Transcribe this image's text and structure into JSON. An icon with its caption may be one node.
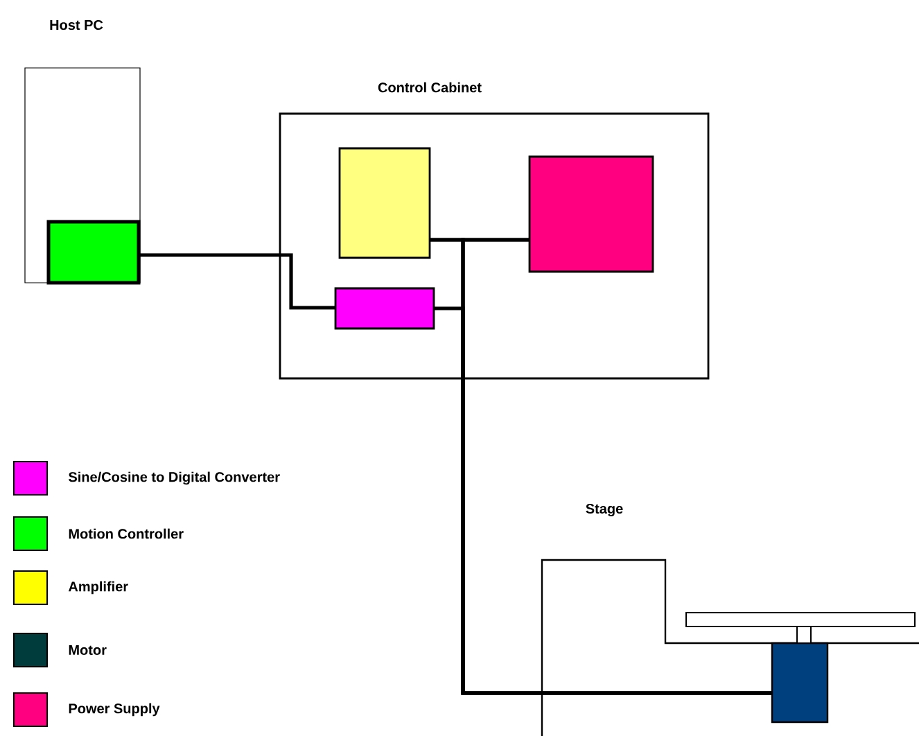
{
  "diagram": {
    "nodes": [
      {
        "text": [
          "Host PC"
        ]
      },
      {
        "text": [],
        "shape": "box",
        "in": 0
      },
      {
        "text": [
          "Control Cabinet"
        ]
      },
      {
        "text": [],
        "shape": "box",
        "in": 2
      },
      {
        "text": [],
        "shape": "box",
        "in": 2
      },
      {
        "text": [],
        "shape": "box",
        "in": 2
      },
      {
        "text": [
          "Stage"
        ]
      },
      {
        "text": [],
        "shape": "box",
        "in": 6
      }
    ],
    "edges": [
      {
        "from": 1,
        "to": 4,
        "arrow": "none"
      },
      {
        "from": 3,
        "to": 5,
        "arrow": "none"
      },
      {
        "from": 4,
        "to": 7,
        "arrow": "none"
      },
      {
        "from": 3,
        "to": 7,
        "arrow": "none"
      },
      {
        "from": 5,
        "to": 7,
        "arrow": "none"
      }
    ],
    "legend": [
      {
        "text": "Sine/Cosine to Digital Converter",
        "color": "#ff00ff"
      },
      {
        "text": "Motion Controller",
        "color": "#00ff00"
      },
      {
        "text": "Amplifier",
        "color": "#ffff00"
      },
      {
        "text": "Motor",
        "color": "#003c3c"
      },
      {
        "text": "Power Supply",
        "color": "#ff0080"
      }
    ]
  }
}
